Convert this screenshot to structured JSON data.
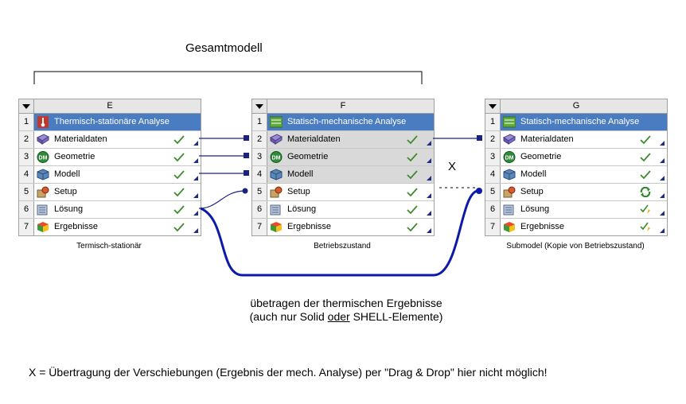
{
  "title": "Gesamtmodell",
  "x_marker": "X",
  "transfer_note": {
    "line1": "übetragen der thermischen Ergebnisse",
    "line2_pre": "(auch nur Solid ",
    "line2_under": "oder",
    "line2_post": " SHELL-Elemente)"
  },
  "footnote": "X = Übertragung der Verschiebungen (Ergebnis der mech. Analyse) per \"Drag & Drop\" hier nicht möglich!",
  "colors": {
    "header_blue": "#4a7cc1",
    "link_dark": "#1a2380",
    "link_thick": "#0d1aa8",
    "check_green": "#3f8a2e"
  },
  "systems": [
    {
      "letter": "E",
      "caption": "Termisch-stationär",
      "rows": [
        {
          "n": "1",
          "label": "Thermisch-stationäre Analyse",
          "icon": "thermal-icon",
          "status": ""
        },
        {
          "n": "2",
          "label": "Materialdaten",
          "icon": "engineering-data-icon",
          "status": "✓"
        },
        {
          "n": "3",
          "label": "Geometrie",
          "icon": "geometry-dm-icon",
          "status": "✓"
        },
        {
          "n": "4",
          "label": "Modell",
          "icon": "model-icon",
          "status": "✓"
        },
        {
          "n": "5",
          "label": "Setup",
          "icon": "setup-icon",
          "status": "✓"
        },
        {
          "n": "6",
          "label": "Lösung",
          "icon": "solution-icon",
          "status": "✓"
        },
        {
          "n": "7",
          "label": "Ergebnisse",
          "icon": "results-icon",
          "status": "✓"
        }
      ]
    },
    {
      "letter": "F",
      "caption": "Betriebszustand",
      "rows": [
        {
          "n": "1",
          "label": "Statisch-mechanische Analyse",
          "icon": "static-structural-icon",
          "status": ""
        },
        {
          "n": "2",
          "label": "Materialdaten",
          "icon": "engineering-data-icon",
          "status": "✓"
        },
        {
          "n": "3",
          "label": "Geometrie",
          "icon": "geometry-dm-icon",
          "status": "✓"
        },
        {
          "n": "4",
          "label": "Modell",
          "icon": "model-icon",
          "status": "✓"
        },
        {
          "n": "5",
          "label": "Setup",
          "icon": "setup-icon",
          "status": "✓"
        },
        {
          "n": "6",
          "label": "Lösung",
          "icon": "solution-icon",
          "status": "✓"
        },
        {
          "n": "7",
          "label": "Ergebnisse",
          "icon": "results-icon",
          "status": "✓"
        }
      ]
    },
    {
      "letter": "G",
      "caption": "Submodel (Kopie von Betriebszustand)",
      "rows": [
        {
          "n": "1",
          "label": "Statisch-mechanische Analyse",
          "icon": "static-structural-icon",
          "status": ""
        },
        {
          "n": "2",
          "label": "Materialdaten",
          "icon": "engineering-data-icon",
          "status": "✓"
        },
        {
          "n": "3",
          "label": "Geometrie",
          "icon": "geometry-dm-icon",
          "status": "✓"
        },
        {
          "n": "4",
          "label": "Modell",
          "icon": "model-icon",
          "status": "✓"
        },
        {
          "n": "5",
          "label": "Setup",
          "icon": "refresh-icon",
          "status": "⟳"
        },
        {
          "n": "6",
          "label": "Lösung",
          "icon": "solution-icon",
          "status": "✎"
        },
        {
          "n": "7",
          "label": "Ergebnisse",
          "icon": "results-icon",
          "status": "✎"
        }
      ]
    }
  ]
}
